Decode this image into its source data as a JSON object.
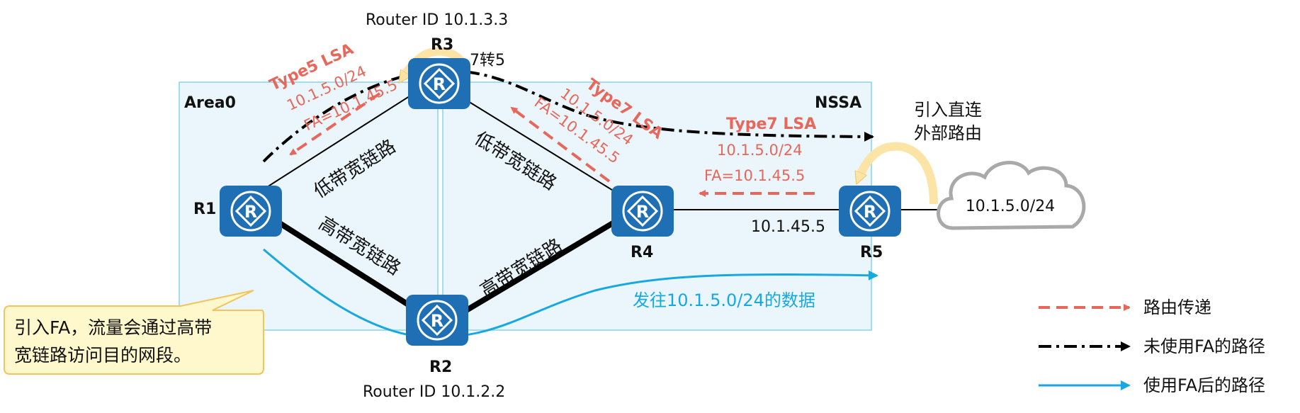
{
  "areas": {
    "area0": "Area0",
    "nssa": "NSSA"
  },
  "routers": {
    "r1": "R1",
    "r2": "R2",
    "r3": "R3",
    "r4": "R4",
    "r5": "R5",
    "r2_router_id": "Router ID 10.1.2.2",
    "r3_router_id": "Router ID 10.1.3.3"
  },
  "links": {
    "r1_r3": "低带宽链路",
    "r3_r4": "低带宽链路",
    "r1_r2": "高带宽链路",
    "r2_r4": "高带宽链路",
    "r4_r5_addr": "10.1.45.5"
  },
  "lsa": {
    "type5": {
      "title": "Type5 LSA",
      "prefix": "10.1.5.0/24",
      "fa": "FA=10.1.45.5"
    },
    "type7_r3": {
      "title": "Type7 LSA",
      "prefix": "10.1.5.0/24",
      "fa": "FA=10.1.45.5"
    },
    "type7_r5": {
      "title": "Type7 LSA",
      "prefix": "10.1.5.0/24",
      "fa": "FA=10.1.45.5"
    },
    "translate": "7转5"
  },
  "external": {
    "cloud": "10.1.5.0/24",
    "import_line1": "引入直连",
    "import_line2": "外部路由"
  },
  "data_flow": "发往10.1.5.0/24的数据",
  "callout": {
    "line1": "引入FA，流量会通过高带",
    "line2": "宽链路访问目的网段。"
  },
  "legend": {
    "route": "路由传递",
    "without_fa": "未使用FA的路径",
    "with_fa": "使用FA后的路径"
  },
  "colors": {
    "router": "#1f6fb5",
    "lsa_red": "#e8675a",
    "fa_blue": "#18a8e0",
    "area_fill": "#eaf6fb",
    "area_stroke": "#86d3ee",
    "callout_fill": "#fff8cc",
    "callout_stroke": "#f3c35c"
  },
  "icons": {
    "router": "router-icon",
    "cloud": "cloud-icon"
  }
}
